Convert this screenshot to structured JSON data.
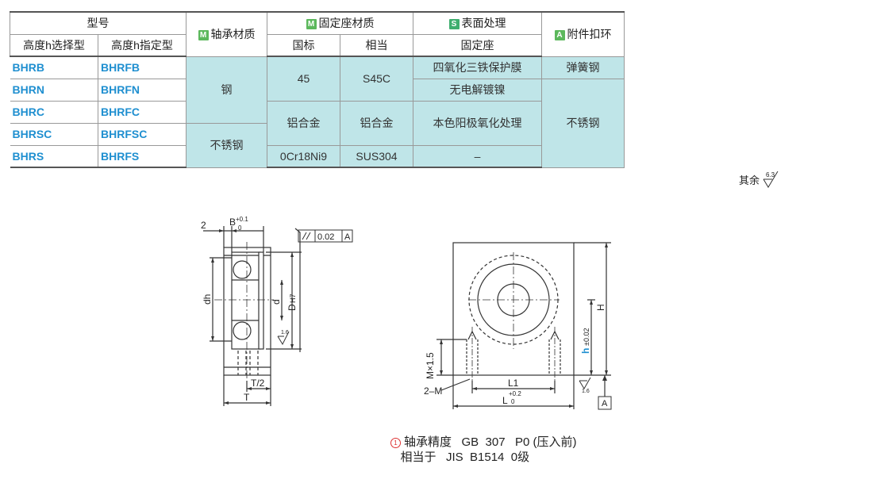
{
  "table": {
    "h_model": "型号",
    "h_bearing": "轴承材质",
    "h_seat": "固定座材质",
    "h_surface": "表面处理",
    "h_attach": "附件扣环",
    "sub_select": "高度h选择型",
    "sub_specify": "高度h指定型",
    "sub_gb": "国标",
    "sub_equiv": "相当",
    "sub_seat": "固定座",
    "badge_m": "M",
    "badge_s": "S",
    "badge_a": "A",
    "rows": [
      {
        "select": "BHRB",
        "specify": "BHRFB"
      },
      {
        "select": "BHRN",
        "specify": "BHRFN"
      },
      {
        "select": "BHRC",
        "specify": "BHRFC"
      },
      {
        "select": "BHRSC",
        "specify": "BHRFSC"
      },
      {
        "select": "BHRS",
        "specify": "BHRFS"
      }
    ],
    "bearing_steel": "钢",
    "bearing_stainless": "不锈钢",
    "seat_45": "45",
    "seat_s45c": "S45C",
    "seat_al": "铝合金",
    "seat_al2": "铝合金",
    "seat_0cr": "0Cr18Ni9",
    "seat_sus": "SUS304",
    "surf_1": "四氧化三铁保护膜",
    "surf_2": "无电解镀镍",
    "surf_3": "本色阳极氧化处理",
    "surf_4": "–",
    "attach_1": "弹簧钢",
    "attach_2": "不锈钢"
  },
  "rest_label": "其余",
  "rest_value": "6.3",
  "drawing": {
    "dim_2": "2",
    "dim_b": "B",
    "dim_b_tol": "+0.1",
    "dim_b_tol2": "0",
    "parallel_val": "0.02",
    "datum": "A",
    "dim_dh": "dh",
    "dim_d": "d",
    "dim_D": "D",
    "dim_H7": "H7",
    "rough_16a": "1.6",
    "rough_16b": "1.6",
    "dim_t2": "T/2",
    "dim_t": "T",
    "dim_H": "H",
    "dim_h": "h",
    "dim_h_tol": "±0.02",
    "dim_m15": "M×1.5",
    "dim_2m": "2–M",
    "dim_l1": "L1",
    "dim_l": "L",
    "dim_l_tol": "+0.2",
    "dim_l_tol2": "0"
  },
  "note": {
    "line1": "轴承精度   GB  307   P0 (压入前)",
    "line2": "相当于   JIS  B1514  0级",
    "mark": "1"
  }
}
